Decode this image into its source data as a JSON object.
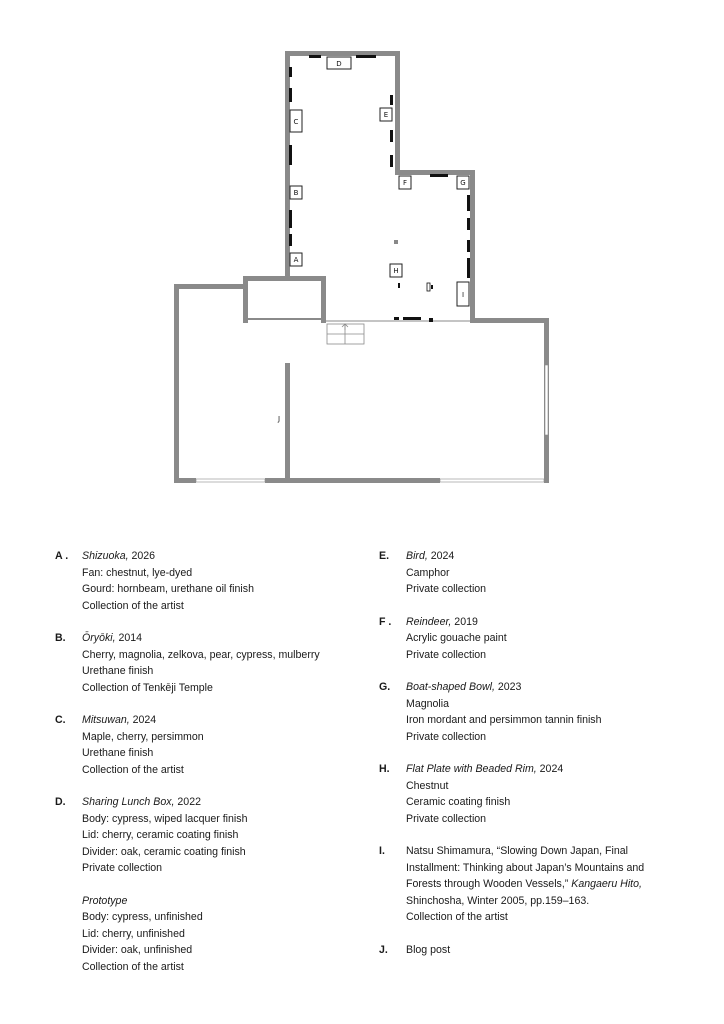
{
  "plan": {
    "markers": [
      "A",
      "B",
      "C",
      "D",
      "E",
      "F",
      "G",
      "H",
      "I",
      "J"
    ]
  },
  "entries": [
    {
      "letter": "A .",
      "title": "Shizuoka,",
      "year": " 2026",
      "lines": [
        "Fan: chestnut, lye-dyed",
        "Gourd: hornbeam, urethane oil finish",
        "Collection of the artist"
      ]
    },
    {
      "letter": "B.",
      "title": "Ōryōki,",
      "year": " 2014",
      "lines": [
        "Cherry, magnolia, zelkova, pear, cypress, mulberry",
        "Urethane finish",
        "Collection of Tenkēji Temple"
      ]
    },
    {
      "letter": "C.",
      "title": "Mitsuwan,",
      "year": " 2024",
      "lines": [
        "Maple, cherry, persimmon",
        "Urethane finish",
        "Collection of the artist"
      ]
    },
    {
      "letter": "D.",
      "title": "Sharing Lunch Box,",
      "year": " 2022",
      "lines": [
        "Body: cypress, wiped lacquer finish",
        "Lid: cherry, ceramic coating finish",
        "Divider: oak, ceramic coating finish",
        "Private collection"
      ],
      "sub_title": "Prototype",
      "sub_lines": [
        "Body: cypress, unfinished",
        "Lid: cherry, unfinished",
        "Divider: oak, unfinished",
        "Collection of the artist"
      ]
    },
    {
      "letter": "E.",
      "title": "Bird,",
      "year": " 2024",
      "lines": [
        "Camphor",
        "Private collection"
      ]
    },
    {
      "letter": "F .",
      "title": "Reindeer,",
      "year": " 2019",
      "lines": [
        "Acrylic gouache paint",
        "Private collection"
      ]
    },
    {
      "letter": "G.",
      "title": "Boat-shaped Bowl,",
      "year": " 2023",
      "lines": [
        "Magnolia",
        "Iron mordant and persimmon tannin finish",
        "Private collection"
      ]
    },
    {
      "letter": "H.",
      "title": "Flat Plate with Beaded Rim,",
      "year": " 2024",
      "lines": [
        "Chestnut",
        "Ceramic coating finish",
        "Private collection"
      ]
    },
    {
      "letter": "I.",
      "citation_lines": [
        "Natsu Shimamura, “Slowing Down Japan, Final",
        "Installment: Thinking about Japan’s Mountains and",
        "Forests through Wooden Vessels,” "
      ],
      "citation_italic": "Kangaeru Hito,",
      "citation_tail": [
        "Shinchosha, Winter 2005, pp.159–163.",
        "Collection of the artist"
      ]
    },
    {
      "letter": "J.",
      "lines": [
        "Blog post"
      ]
    }
  ]
}
